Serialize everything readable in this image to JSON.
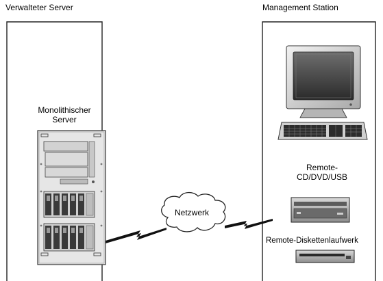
{
  "left_panel": {
    "title": "Verwalteter Server"
  },
  "right_panel": {
    "title": "Management Station"
  },
  "server": {
    "label_line1": "Monolithischer",
    "label_line2": "Server"
  },
  "network": {
    "label": "Netzwerk"
  },
  "remote_cd": {
    "label_line1": "Remote-",
    "label_line2": "CD/DVD/USB"
  },
  "remote_floppy": {
    "label": "Remote-Diskettenlaufwerk"
  }
}
